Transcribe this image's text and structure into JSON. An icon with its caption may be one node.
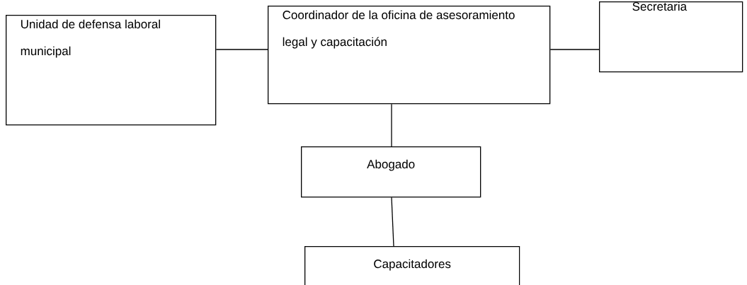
{
  "diagram": {
    "nodes": [
      {
        "text": [
          "Unidad de defensa laboral municipal"
        ]
      },
      {
        "text": [
          "Coordinador  de la oficina de asesoramiento legal y capacitación"
        ]
      },
      {
        "text": [
          "Secretaria"
        ]
      },
      {
        "text": [
          "Abogado"
        ]
      },
      {
        "text": [
          "Capacitadores"
        ]
      }
    ],
    "edges": [
      {
        "from": 0,
        "to": 1,
        "arrow": "none"
      },
      {
        "from": 1,
        "to": 2,
        "arrow": "none"
      },
      {
        "from": 1,
        "to": 3,
        "arrow": "none"
      },
      {
        "from": 3,
        "to": 4,
        "arrow": "none"
      }
    ]
  }
}
